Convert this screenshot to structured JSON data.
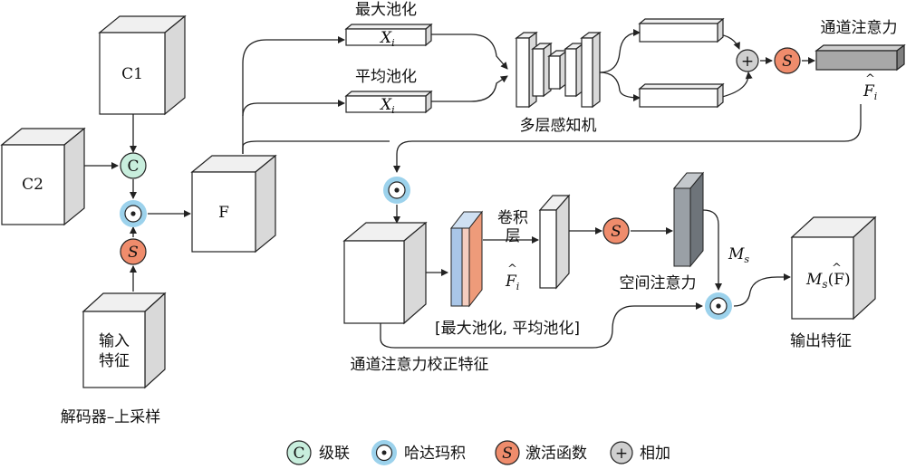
{
  "labels": {
    "c1": "C1",
    "c2": "C2",
    "f": "F",
    "input_line1": "输入",
    "input_line2": "特征",
    "decoder_upsample": "解码器–上采样",
    "max_pool": "最大池化",
    "avg_pool": "平均池化",
    "xi": "X",
    "xi_sub": "i",
    "mlp": "多层感知机",
    "channel_attention": "通道注意力",
    "f_hat": "F",
    "f_hat_sub": "i",
    "conv_line1": "卷积",
    "conv_line2": "层",
    "spatial_attention": "空间注意力",
    "ms": "M",
    "ms_sub": "s",
    "pooling_concat": "[最大池化, 平均池化]",
    "channel_calibrated": "通道注意力校正特征",
    "output_formula": "M",
    "output_formula_tail": "(F)",
    "output_feature": "输出特征"
  },
  "symbols": {
    "concat": "C",
    "hadamard": "•",
    "activation": "S",
    "add": "+"
  },
  "legend": [
    {
      "symbol": "C",
      "label": "级联",
      "kind": "concat"
    },
    {
      "symbol": "•",
      "label": "哈达玛积",
      "kind": "hadamard"
    },
    {
      "symbol": "S",
      "label": "激活函数",
      "kind": "activation"
    },
    {
      "symbol": "+",
      "label": "相加",
      "kind": "add"
    }
  ],
  "colors": {
    "concat_fill": "#c8eedd",
    "hadamard_ring": "#9cd2ec",
    "activation_fill": "#ef8c6c",
    "add_fill": "#cfcfcf",
    "layer_blue": "#a9c6e8",
    "layer_pink": "#f4cdbf",
    "layer_orange": "#ee9b7a",
    "spatial_gray": "#9aa0a6",
    "channel_gray": "#a8a8a8"
  }
}
